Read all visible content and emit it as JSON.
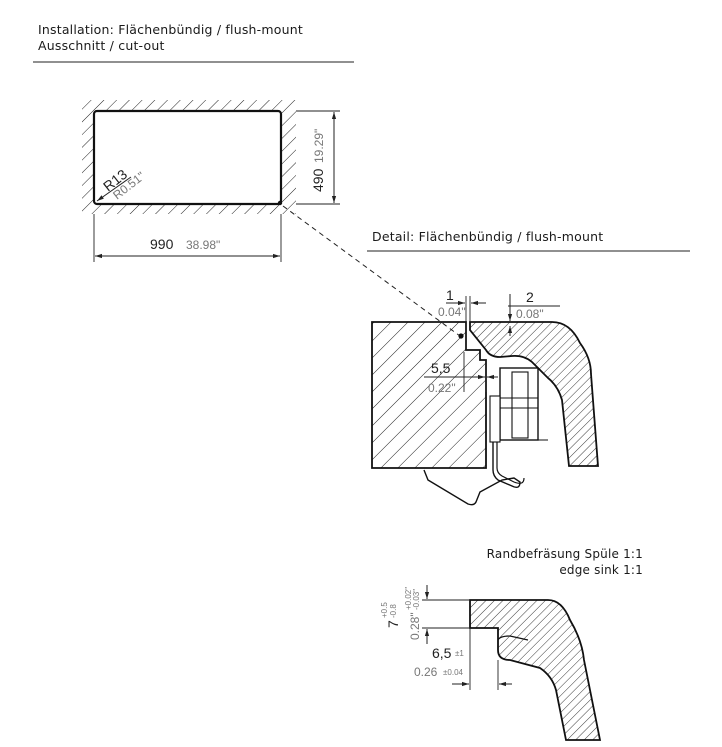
{
  "headers": {
    "installation_line1": "Installation: Flächenbündig / flush-mount",
    "installation_line2": "Ausschnitt / cut-out",
    "detail": "Detail: Flächenbündig / flush-mount",
    "edge_line1": "Randbefräsung Spüle 1:1",
    "edge_line2": "edge sink 1:1"
  },
  "cutout": {
    "radius_mm": "R13",
    "radius_in": "R0.51\"",
    "width_mm": "990",
    "width_in": "38.98\"",
    "height_mm": "490",
    "height_in": "19.29\""
  },
  "detail": {
    "gap_mm": "1",
    "gap_in": "0.04\"",
    "depth_mm": "2",
    "depth_in": "0.08\"",
    "offset_mm": "5,5",
    "offset_in": "0.22\""
  },
  "edge": {
    "height_mm": "7",
    "height_tol_plus": "+0.5",
    "height_tol_minus": "-0.8",
    "height_in": "0.28\"",
    "height_in_tol_plus": "+0.02\"",
    "height_in_tol_minus": "-0.03\"",
    "width_mm": "6,5",
    "width_tol": "±1",
    "width_in": "0.26",
    "width_in_tol": "±0.04"
  }
}
